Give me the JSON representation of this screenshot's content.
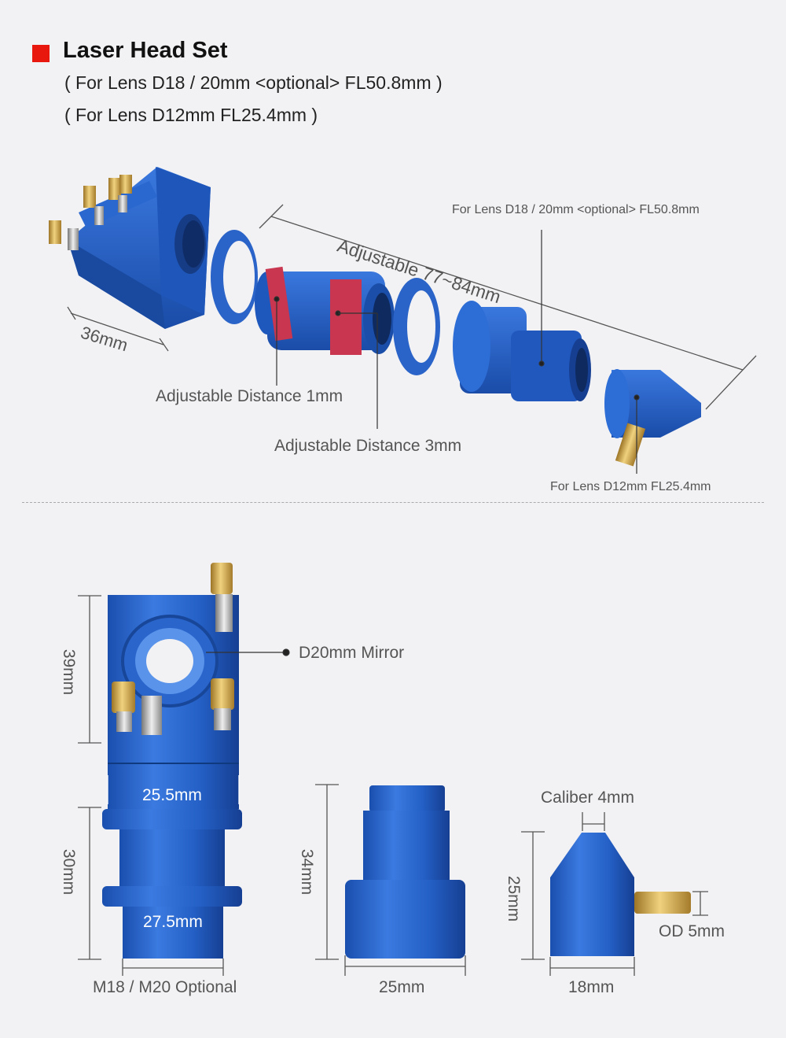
{
  "header": {
    "title": "Laser Head Set",
    "subtitle_1": "( For Lens D18 / 20mm <optional> FL50.8mm )",
    "subtitle_2": "( For Lens D12mm FL25.4mm )"
  },
  "exploded_view": {
    "label_36mm": "36mm",
    "label_adjustable_range": "Adjustable 77~84mm",
    "label_lens_d18": "For Lens D18 / 20mm <optional> FL50.8mm",
    "label_adjust_1mm": "Adjustable Distance 1mm",
    "label_adjust_3mm": "Adjustable Distance 3mm",
    "label_lens_d12": "For Lens D12mm FL25.4mm"
  },
  "details": {
    "label_39mm": "39mm",
    "label_mirror": "D20mm Mirror",
    "label_25_5mm": "25.5mm",
    "label_30mm": "30mm",
    "label_27_5mm": "27.5mm",
    "label_thread": "M18 / M20 Optional",
    "label_34mm": "34mm",
    "label_25mm": "25mm",
    "label_caliber": "Caliber 4mm",
    "label_25mm_nozzle": "25mm",
    "label_od": "OD 5mm",
    "label_18mm": "18mm"
  },
  "colors": {
    "accent_red": "#e8180f",
    "anodized_blue": "#1f5fc4",
    "brass": "#c9a24a",
    "ring_red": "#c8364f"
  }
}
